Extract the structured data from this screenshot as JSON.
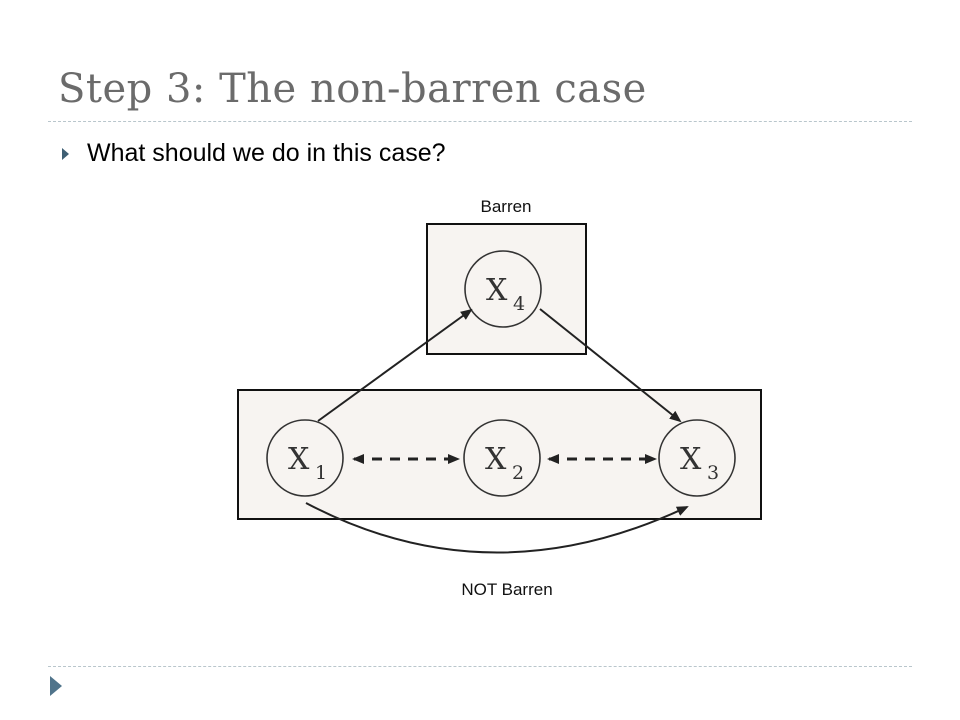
{
  "slide": {
    "title": "Step 3: The non-barren case",
    "bullet": "What should we do in this case?"
  },
  "diagram": {
    "barren_label": "Barren",
    "not_barren_label": "NOT Barren",
    "nodes": [
      {
        "id": "x4",
        "letter": "X",
        "sub": "4"
      },
      {
        "id": "x1",
        "letter": "X",
        "sub": "1"
      },
      {
        "id": "x2",
        "letter": "X",
        "sub": "2"
      },
      {
        "id": "x3",
        "letter": "X",
        "sub": "3"
      }
    ]
  },
  "colors": {
    "title": "#6b6b6b",
    "bullet_marker": "#3e5f73",
    "box_fill": "#f7f4f1",
    "ink": "#222222"
  }
}
